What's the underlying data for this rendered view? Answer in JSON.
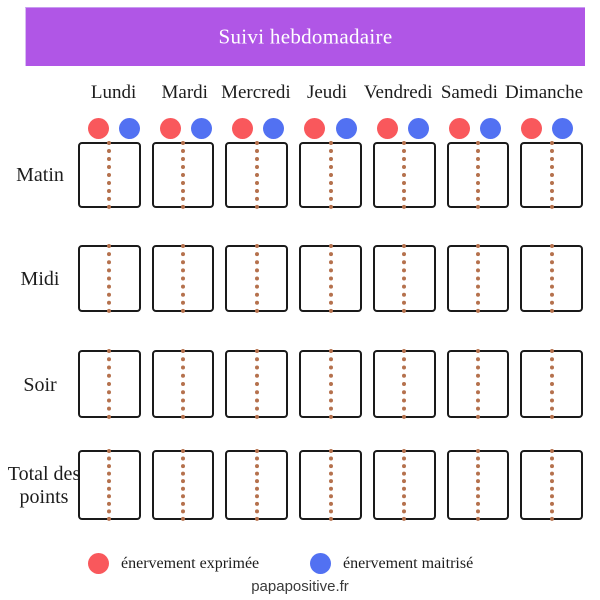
{
  "header": {
    "title": "Suivi hebdomadaire",
    "background_color": "#b056e6",
    "text_color": "#ffffff"
  },
  "colors": {
    "red_dot": "#f9585c",
    "blue_dot": "#5271f2",
    "divider": "#b5714d",
    "box_border": "#1a1a1a",
    "banner_purple": "#b056e6"
  },
  "days": [
    {
      "label": "Lundi"
    },
    {
      "label": "Mardi"
    },
    {
      "label": "Mercredi"
    },
    {
      "label": "Jeudi"
    },
    {
      "label": "Vendredi"
    },
    {
      "label": "Samedi"
    },
    {
      "label": "Dimanche"
    }
  ],
  "rows": [
    {
      "key": "matin",
      "label": "Matin"
    },
    {
      "key": "midi",
      "label": "Midi"
    },
    {
      "key": "soir",
      "label": "Soir"
    },
    {
      "key": "total",
      "label": "Total des\npoints",
      "label_line1": "Total des",
      "label_line2": "points"
    }
  ],
  "legend": {
    "red": {
      "label": "énervement exprimée",
      "color": "#f9585c"
    },
    "blue": {
      "label": "énervement maitrisé",
      "color": "#5271f2"
    }
  },
  "footer": {
    "text": "papapositive.fr"
  },
  "chart_data": {
    "type": "table",
    "title": "Suivi hebdomadaire",
    "categories": [
      "Lundi",
      "Mardi",
      "Mercredi",
      "Jeudi",
      "Vendredi",
      "Samedi",
      "Dimanche"
    ],
    "row_labels": [
      "Matin",
      "Midi",
      "Soir",
      "Total des points"
    ],
    "cells_per_day": 2,
    "cell_values": [
      [
        "",
        "",
        "",
        "",
        "",
        "",
        ""
      ],
      [
        "",
        "",
        "",
        "",
        "",
        "",
        ""
      ],
      [
        "",
        "",
        "",
        "",
        "",
        "",
        ""
      ],
      [
        "",
        "",
        "",
        "",
        "",
        "",
        ""
      ]
    ],
    "markers": [
      {
        "name": "énervement exprimée",
        "color": "#f9585c",
        "position": "left"
      },
      {
        "name": "énervement maitrisé",
        "color": "#5271f2",
        "position": "right"
      }
    ],
    "legend_position": "bottom",
    "grid": true,
    "xlabel": "",
    "ylabel": ""
  }
}
